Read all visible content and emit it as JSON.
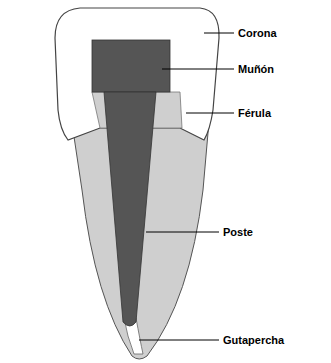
{
  "diagram": {
    "labels": [
      "Corona",
      "Muñón",
      "Férula",
      "Poste",
      "Gutapercha"
    ]
  }
}
